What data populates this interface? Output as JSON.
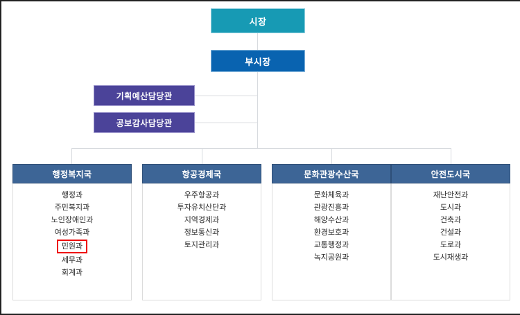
{
  "chart_title": "",
  "colors": {
    "mayor": "#179ab4",
    "vice_mayor": "#0963b0",
    "staff_office": "#4b4399",
    "bureau_header": "#3d6596",
    "highlight": "#ee0000",
    "connector": "#d7dade",
    "page_border": "#222222"
  },
  "top": {
    "mayor": "시장",
    "vice_mayor": "부시장"
  },
  "staff_offices": [
    {
      "label": "기획예산담당관"
    },
    {
      "label": "공보감사담당관"
    }
  ],
  "bureaus": [
    {
      "name": "행정복지국",
      "divisions": [
        {
          "label": "행정과",
          "highlighted": false
        },
        {
          "label": "주민복지과",
          "highlighted": false
        },
        {
          "label": "노인장애인과",
          "highlighted": false
        },
        {
          "label": "여성가족과",
          "highlighted": false
        },
        {
          "label": "민원과",
          "highlighted": true
        },
        {
          "label": "세무과",
          "highlighted": false
        },
        {
          "label": "회계과",
          "highlighted": false
        }
      ]
    },
    {
      "name": "항공경제국",
      "divisions": [
        {
          "label": "우주항공과",
          "highlighted": false
        },
        {
          "label": "투자유치산단과",
          "highlighted": false
        },
        {
          "label": "지역경제과",
          "highlighted": false
        },
        {
          "label": "정보통신과",
          "highlighted": false
        },
        {
          "label": "토지관리과",
          "highlighted": false
        }
      ]
    },
    {
      "name": "문화관광수산국",
      "divisions": [
        {
          "label": "문화체육과",
          "highlighted": false
        },
        {
          "label": "관광진흥과",
          "highlighted": false
        },
        {
          "label": "해양수산과",
          "highlighted": false
        },
        {
          "label": "환경보호과",
          "highlighted": false
        },
        {
          "label": "교통행정과",
          "highlighted": false
        },
        {
          "label": "녹지공원과",
          "highlighted": false
        }
      ]
    },
    {
      "name": "안전도시국",
      "divisions": [
        {
          "label": "재난안전과",
          "highlighted": false
        },
        {
          "label": "도시과",
          "highlighted": false
        },
        {
          "label": "건축과",
          "highlighted": false
        },
        {
          "label": "건설과",
          "highlighted": false
        },
        {
          "label": "도로과",
          "highlighted": false
        },
        {
          "label": "도시재생과",
          "highlighted": false
        }
      ]
    }
  ]
}
